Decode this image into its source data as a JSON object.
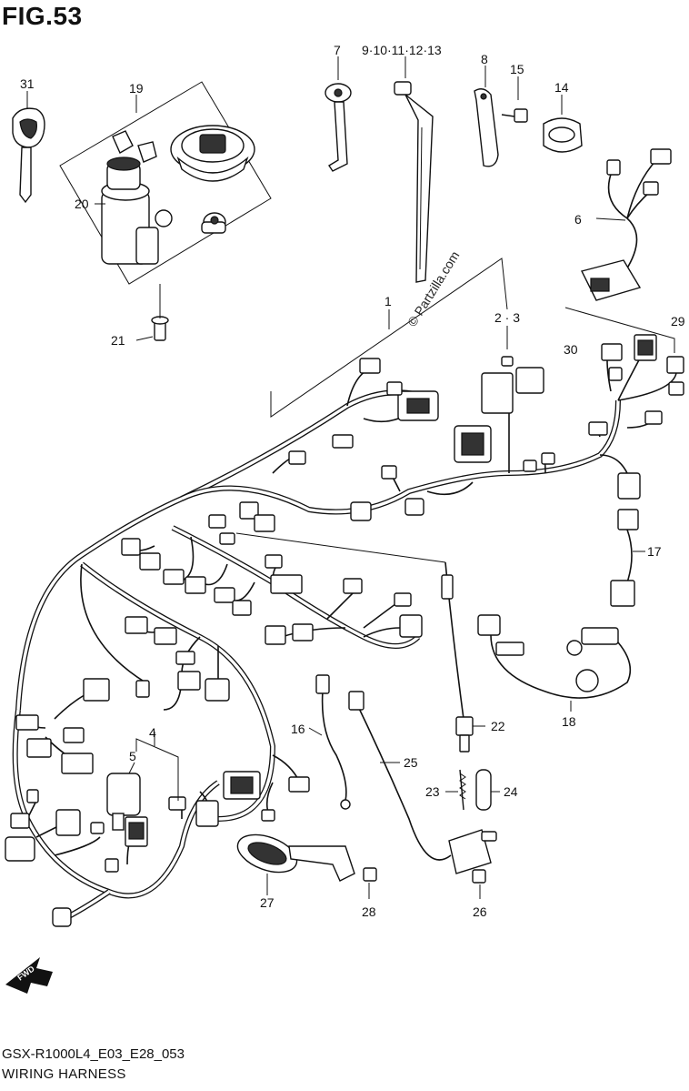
{
  "figure": {
    "title": "FIG.53",
    "code": "GSX-R1000L4_E03_E28_053",
    "name": "WIRING HARNESS",
    "watermark": "© Partzilla.com",
    "fwd_label": "FWD"
  },
  "callouts": [
    {
      "id": "c31",
      "text": "31"
    },
    {
      "id": "c19",
      "text": "19"
    },
    {
      "id": "c20",
      "text": "20"
    },
    {
      "id": "c21",
      "text": "21"
    },
    {
      "id": "c7",
      "text": "7"
    },
    {
      "id": "c9to13",
      "text": "9·10·11·12·13"
    },
    {
      "id": "c8",
      "text": "8"
    },
    {
      "id": "c15",
      "text": "15"
    },
    {
      "id": "c14",
      "text": "14"
    },
    {
      "id": "c6",
      "text": "6"
    },
    {
      "id": "c1",
      "text": "1"
    },
    {
      "id": "c23p",
      "text": "2 · 3"
    },
    {
      "id": "c29",
      "text": "29"
    },
    {
      "id": "c30",
      "text": "30"
    },
    {
      "id": "c17",
      "text": "17"
    },
    {
      "id": "c18",
      "text": "18"
    },
    {
      "id": "c4",
      "text": "4"
    },
    {
      "id": "c5",
      "text": "5"
    },
    {
      "id": "c16",
      "text": "16"
    },
    {
      "id": "c22",
      "text": "22"
    },
    {
      "id": "c25",
      "text": "25"
    },
    {
      "id": "c23",
      "text": "23"
    },
    {
      "id": "c24",
      "text": "24"
    },
    {
      "id": "c27",
      "text": "27"
    },
    {
      "id": "c28",
      "text": "28"
    },
    {
      "id": "c26",
      "text": "26"
    }
  ],
  "colors": {
    "ink": "#111111",
    "paper": "#ffffff"
  }
}
